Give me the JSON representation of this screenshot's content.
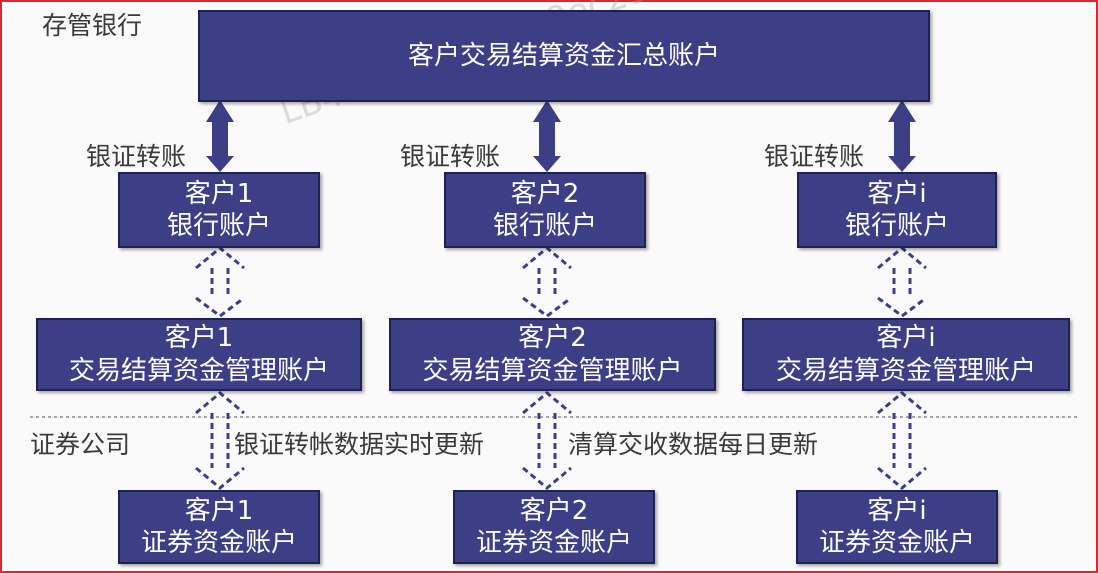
{
  "labels": {
    "bank_section": "存管银行",
    "securities_section": "证券公司",
    "transfer_1": "银证转账",
    "transfer_2": "银证转账",
    "transfer_i": "银证转账",
    "realtime_update": "银证转帐数据实时更新",
    "daily_update": "清算交收数据每日更新"
  },
  "summary_account": "客户交易结算资金汇总账户",
  "bank_accounts": [
    {
      "client": "客户1",
      "type": "银行账户"
    },
    {
      "client": "客户2",
      "type": "银行账户"
    },
    {
      "client": "客户i",
      "type": "银行账户"
    }
  ],
  "mgmt_accounts": [
    {
      "client": "客户1",
      "type": "交易结算资金管理账户"
    },
    {
      "client": "客户2",
      "type": "交易结算资金管理账户"
    },
    {
      "client": "客户i",
      "type": "交易结算资金管理账户"
    }
  ],
  "sec_accounts": [
    {
      "client": "客户1",
      "type": "证券资金账户"
    },
    {
      "client": "客户2",
      "type": "证券资金账户"
    },
    {
      "client": "客户i",
      "type": "证券资金账户"
    }
  ],
  "watermark": "LB4f1d3a19b5f09ec29",
  "colors": {
    "box_fill": "#3c3f86",
    "box_border": "#1f2150",
    "frame": "#e0262c"
  }
}
